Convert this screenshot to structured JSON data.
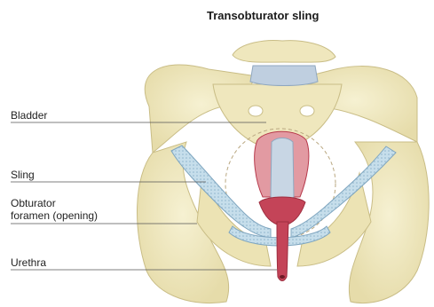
{
  "title": "Transobturator sling",
  "labels": {
    "bladder": "Bladder",
    "sling": "Sling",
    "obturator_line1": "Obturator",
    "obturator_line2": "foramen (opening)",
    "urethra": "Urethra"
  },
  "colors": {
    "bone": "#f2ecc6",
    "bone_shadow": "#ddd3a2",
    "bone_outline": "#c9bd86",
    "disc": "#bfcfe0",
    "sling": "#bcd8e8",
    "sling_dots": "#8fb4cc",
    "bladder": "#e29aa2",
    "bladder_dark": "#b73a4c",
    "urethra": "#c44458",
    "leader_line": "#555555"
  }
}
